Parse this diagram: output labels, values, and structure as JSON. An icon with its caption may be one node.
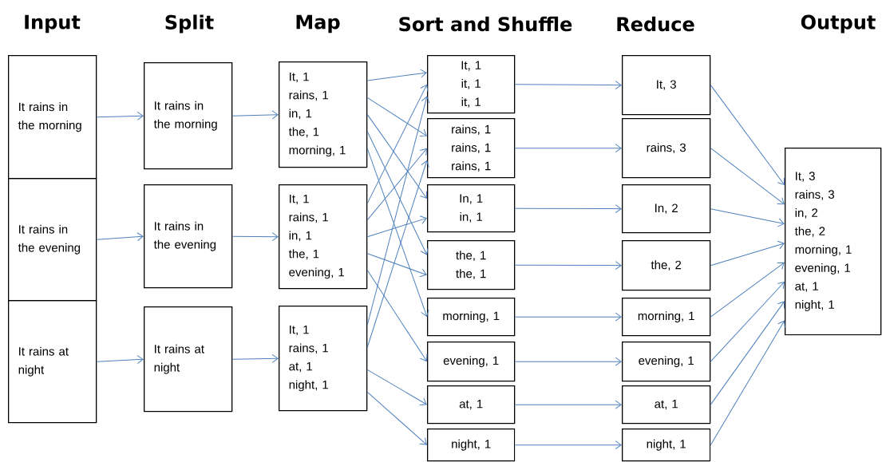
{
  "diagram": {
    "nodes": [
      {
        "text": [
          "It rains in the morning"
        ]
      },
      {
        "text": [
          "It rains in the evening"
        ]
      },
      {
        "text": [
          "It rains at night"
        ]
      },
      {
        "text": [
          "It rains in the morning"
        ]
      },
      {
        "text": [
          "It rains in the evening"
        ]
      },
      {
        "text": [
          "It rains at night"
        ]
      },
      {
        "text": [
          "It, 1",
          "rains, 1",
          "in, 1",
          "the, 1",
          "morning, 1"
        ]
      },
      {
        "text": [
          "It, 1",
          "rains, 1",
          "in, 1",
          "the, 1",
          "evening, 1"
        ]
      },
      {
        "text": [
          "It, 1",
          "rains, 1",
          "at, 1",
          "night, 1"
        ]
      },
      {
        "text": [
          "It, 1",
          "it, 1",
          "it, 1"
        ]
      },
      {
        "text": [
          "rains, 1",
          "rains, 1",
          "rains, 1"
        ]
      },
      {
        "text": [
          "In, 1",
          "in, 1"
        ]
      },
      {
        "text": [
          "the, 1",
          "the, 1"
        ]
      },
      {
        "text": [
          "morning, 1"
        ]
      },
      {
        "text": [
          "evening, 1"
        ]
      },
      {
        "text": [
          "at, 1"
        ]
      },
      {
        "text": [
          "night, 1"
        ]
      },
      {
        "text": [
          "It, 3"
        ]
      },
      {
        "text": [
          "rains, 3"
        ]
      },
      {
        "text": [
          "In, 2"
        ]
      },
      {
        "text": [
          "the, 2"
        ]
      },
      {
        "text": [
          "morning, 1"
        ]
      },
      {
        "text": [
          "evening, 1"
        ]
      },
      {
        "text": [
          "at, 1"
        ]
      },
      {
        "text": [
          "night, 1"
        ]
      },
      {
        "text": [
          "It, 3",
          "rains, 3",
          "in, 2",
          "the, 2",
          "morning, 1",
          "evening, 1",
          "at, 1",
          "night, 1"
        ]
      }
    ],
    "edges": [
      {
        "from": 0,
        "to": 3,
        "arrow": "to"
      },
      {
        "from": 1,
        "to": 4,
        "arrow": "to"
      },
      {
        "from": 2,
        "to": 5,
        "arrow": "to"
      },
      {
        "from": 3,
        "to": 6,
        "arrow": "to"
      },
      {
        "from": 4,
        "to": 7,
        "arrow": "to"
      },
      {
        "from": 5,
        "to": 8,
        "arrow": "to"
      },
      {
        "from": 6,
        "to": 9,
        "arrow": "to"
      },
      {
        "from": 6,
        "to": 10,
        "arrow": "to"
      },
      {
        "from": 6,
        "to": 11,
        "arrow": "to"
      },
      {
        "from": 6,
        "to": 12,
        "arrow": "to"
      },
      {
        "from": 6,
        "to": 13,
        "arrow": "to"
      },
      {
        "from": 7,
        "to": 9,
        "arrow": "to"
      },
      {
        "from": 7,
        "to": 10,
        "arrow": "to"
      },
      {
        "from": 7,
        "to": 11,
        "arrow": "to"
      },
      {
        "from": 7,
        "to": 12,
        "arrow": "to"
      },
      {
        "from": 7,
        "to": 14,
        "arrow": "to"
      },
      {
        "from": 8,
        "to": 9,
        "arrow": "to"
      },
      {
        "from": 8,
        "to": 10,
        "arrow": "to"
      },
      {
        "from": 8,
        "to": 15,
        "arrow": "to"
      },
      {
        "from": 8,
        "to": 16,
        "arrow": "to"
      },
      {
        "from": 9,
        "to": 17,
        "arrow": "to"
      },
      {
        "from": 10,
        "to": 18,
        "arrow": "to"
      },
      {
        "from": 11,
        "to": 19,
        "arrow": "to"
      },
      {
        "from": 12,
        "to": 20,
        "arrow": "to"
      },
      {
        "from": 13,
        "to": 21,
        "arrow": "to"
      },
      {
        "from": 14,
        "to": 22,
        "arrow": "to"
      },
      {
        "from": 15,
        "to": 23,
        "arrow": "to"
      },
      {
        "from": 16,
        "to": 24,
        "arrow": "to"
      },
      {
        "from": 17,
        "to": 25,
        "arrow": "to"
      },
      {
        "from": 18,
        "to": 25,
        "arrow": "to"
      },
      {
        "from": 19,
        "to": 25,
        "arrow": "to"
      },
      {
        "from": 20,
        "to": 25,
        "arrow": "to"
      },
      {
        "from": 21,
        "to": 25,
        "arrow": "to"
      },
      {
        "from": 22,
        "to": 25,
        "arrow": "to"
      },
      {
        "from": 23,
        "to": 25,
        "arrow": "to"
      },
      {
        "from": 24,
        "to": 25,
        "arrow": "to"
      }
    ],
    "labels": [
      "Input",
      "Split",
      "Map",
      "Sort and Shuffle",
      "Reduce",
      "Output"
    ]
  }
}
